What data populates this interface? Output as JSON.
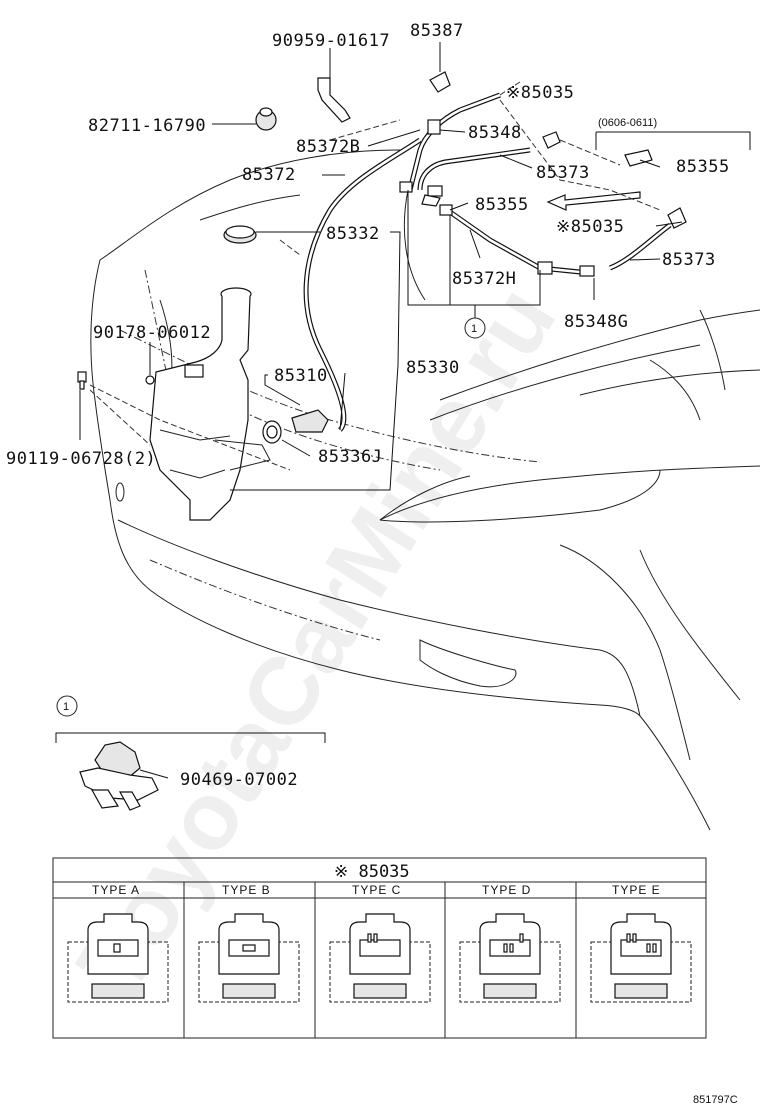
{
  "watermark": "ToyotaCarMine.ru",
  "labels": {
    "p90959": "90959-01617",
    "p85387": "85387",
    "p85035a": "※85035",
    "p82711": "82711-16790",
    "p85348": "85348",
    "p85372B": "85372B",
    "p85373a": "85373",
    "p85372": "85372",
    "p85355a": "85355",
    "p85355b": "85355",
    "p85035b": "※85035",
    "p85332": "85332",
    "p85373b": "85373",
    "p85372H": "85372H",
    "p85348G": "85348G",
    "p90178": "90178-06012",
    "p85310": "85310",
    "p85330": "85330",
    "p90119": "90119-06728(2)",
    "p85336J": "85336J",
    "p90469": "90469-07002",
    "date_range": "(0606-0611)",
    "callout": "1",
    "callout2": "1",
    "diagram_id": "851797C"
  },
  "type_table": {
    "title": "※ 85035",
    "types": [
      "TYPE A",
      "TYPE B",
      "TYPE C",
      "TYPE D",
      "TYPE E"
    ]
  }
}
